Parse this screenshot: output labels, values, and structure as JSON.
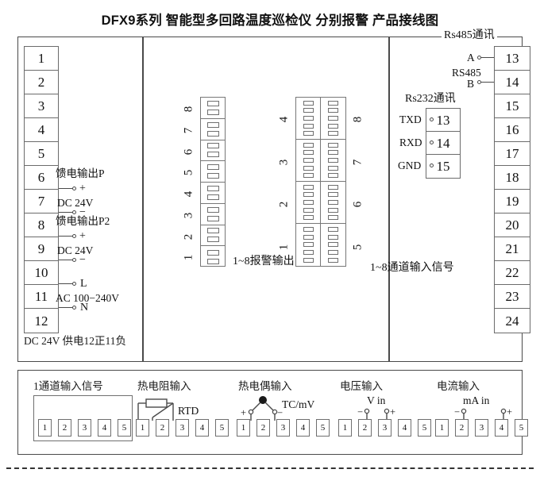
{
  "title": "DFX9系列 智能型多回路温度巡检仪  分别报警  产品接线图",
  "left_panel": {
    "terminals": [
      "1",
      "2",
      "3",
      "4",
      "5",
      "6",
      "7",
      "8",
      "9",
      "10",
      "11",
      "12"
    ],
    "annotations": [
      {
        "terminal": "7",
        "title": "馈电输出P",
        "sign": "+",
        "sub": "DC 24V"
      },
      {
        "terminal": "8",
        "sign": "−"
      },
      {
        "terminal": "9",
        "title": "馈电输出P2",
        "sign": "+",
        "sub": "DC 24V"
      },
      {
        "terminal": "10",
        "sign": "−"
      },
      {
        "terminal": "11",
        "sign": "L",
        "sub": "AC 100−240V"
      },
      {
        "terminal": "12",
        "sign": "N"
      }
    ],
    "note": "DC 24V 供电12正11负"
  },
  "middle_panel": {
    "alarm": {
      "label": "1~8报警输出",
      "numbers": [
        "8",
        "7",
        "6",
        "5",
        "4",
        "3",
        "2",
        "1"
      ],
      "contacts_per_group": 2
    },
    "channel": {
      "label": "1~8通道输入信号",
      "left_numbers": [
        "4",
        "3",
        "2",
        "1"
      ],
      "right_numbers": [
        "8",
        "7",
        "6",
        "5"
      ],
      "contacts_per_group": 5
    }
  },
  "right_panel": {
    "rs485": {
      "title": "Rs485通讯",
      "bus_label": "RS485",
      "lines": [
        {
          "name": "A",
          "terminal": "13"
        },
        {
          "name": "B",
          "terminal": "14"
        }
      ]
    },
    "rs232": {
      "title": "Rs232通讯",
      "lines": [
        {
          "name": "TXD",
          "terminal": "13"
        },
        {
          "name": "RXD",
          "terminal": "14"
        },
        {
          "name": "GND",
          "terminal": "15"
        }
      ]
    },
    "terminals": [
      "13",
      "14",
      "15",
      "16",
      "17",
      "18",
      "19",
      "20",
      "21",
      "22",
      "23",
      "24"
    ]
  },
  "bottom_panel": {
    "groups": [
      {
        "title": "1通道输入信号",
        "symbol": "none",
        "pins": [
          "1",
          "2",
          "3",
          "4",
          "5"
        ],
        "marks": []
      },
      {
        "title": "热电阻输入",
        "symbol": "RTD",
        "symbol_label": "RTD",
        "pins": [
          "1",
          "2",
          "3",
          "4",
          "5"
        ],
        "marks": []
      },
      {
        "title": "热电偶输入",
        "symbol": "TC",
        "symbol_label": "TC/mV",
        "pins": [
          "1",
          "2",
          "3",
          "4",
          "5"
        ],
        "marks": [
          {
            "pin": "2",
            "sign": "+"
          },
          {
            "pin": "3",
            "sign": "−"
          }
        ]
      },
      {
        "title": "电压输入",
        "symbol": "V",
        "symbol_label": "V in",
        "pins": [
          "1",
          "2",
          "3",
          "4",
          "5"
        ],
        "marks": [
          {
            "pin": "3",
            "sign": "−"
          },
          {
            "pin": "4",
            "sign": "+"
          }
        ]
      },
      {
        "title": "电流输入",
        "symbol": "mA",
        "symbol_label": "mA in",
        "pins": [
          "1",
          "2",
          "3",
          "4",
          "5"
        ],
        "marks": [
          {
            "pin": "3",
            "sign": "−"
          },
          {
            "pin": "5",
            "sign": "+"
          }
        ]
      }
    ]
  },
  "colors": {
    "line": "#4a4a4a",
    "box": "#6b6b6b",
    "text": "#111111"
  }
}
